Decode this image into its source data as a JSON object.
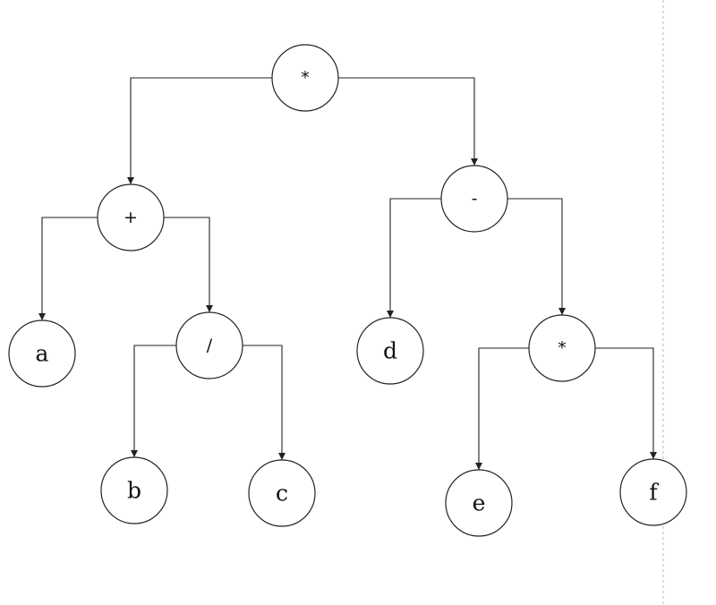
{
  "diagram": {
    "type": "expression-tree",
    "nodes": [
      {
        "id": "n1",
        "label": "*",
        "kind": "operator"
      },
      {
        "id": "n2",
        "label": "+",
        "kind": "operator"
      },
      {
        "id": "n3",
        "label": "-",
        "kind": "operator"
      },
      {
        "id": "n4",
        "label": "a",
        "kind": "leaf"
      },
      {
        "id": "n5",
        "label": "/",
        "kind": "operator"
      },
      {
        "id": "n6",
        "label": "b",
        "kind": "leaf"
      },
      {
        "id": "n7",
        "label": "c",
        "kind": "leaf"
      },
      {
        "id": "n8",
        "label": "d",
        "kind": "leaf"
      },
      {
        "id": "n9",
        "label": "*",
        "kind": "operator"
      },
      {
        "id": "n10",
        "label": "e",
        "kind": "leaf"
      },
      {
        "id": "n11",
        "label": "f",
        "kind": "leaf"
      }
    ],
    "edges": [
      {
        "from": "n1",
        "to": "n2"
      },
      {
        "from": "n1",
        "to": "n3"
      },
      {
        "from": "n2",
        "to": "n4"
      },
      {
        "from": "n2",
        "to": "n5"
      },
      {
        "from": "n5",
        "to": "n6"
      },
      {
        "from": "n5",
        "to": "n7"
      },
      {
        "from": "n3",
        "to": "n8"
      },
      {
        "from": "n3",
        "to": "n9"
      },
      {
        "from": "n9",
        "to": "n10"
      },
      {
        "from": "n9",
        "to": "n11"
      }
    ]
  }
}
